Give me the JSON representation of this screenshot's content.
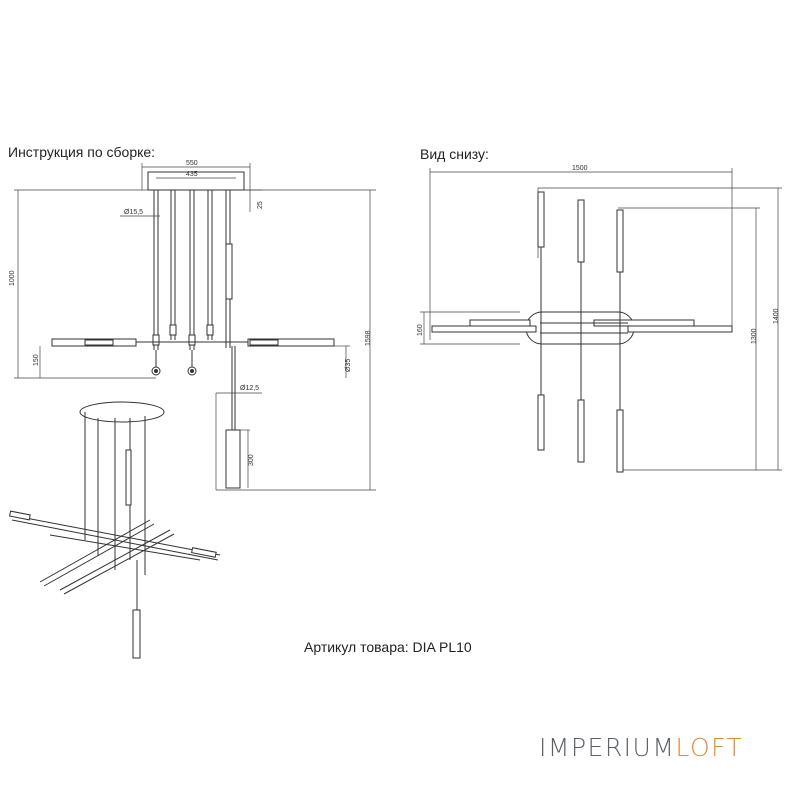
{
  "headings": {
    "assembly": "Инструкция по сборке:",
    "bottom_view": "Вид снизу:",
    "article": "Артикул товара: DIA PL10"
  },
  "logo": {
    "part1": "IMPERIUM",
    "part2": "LOFT",
    "color1": "#5d6269",
    "color2": "#e48a2f"
  },
  "dimensions": {
    "canopy_outer": "550",
    "canopy_inner": "435",
    "rod_diameter": "Ø15,5",
    "canopy_offset": "25",
    "height_1000": "1000",
    "height_150": "150",
    "diameter_35": "Ø35",
    "total_1598": "1598",
    "pendant_diameter": "Ø12,5",
    "pendant_300": "300",
    "width_1500": "1500",
    "depth_160": "160",
    "depth_1300": "1300",
    "depth_1400": "1400"
  }
}
